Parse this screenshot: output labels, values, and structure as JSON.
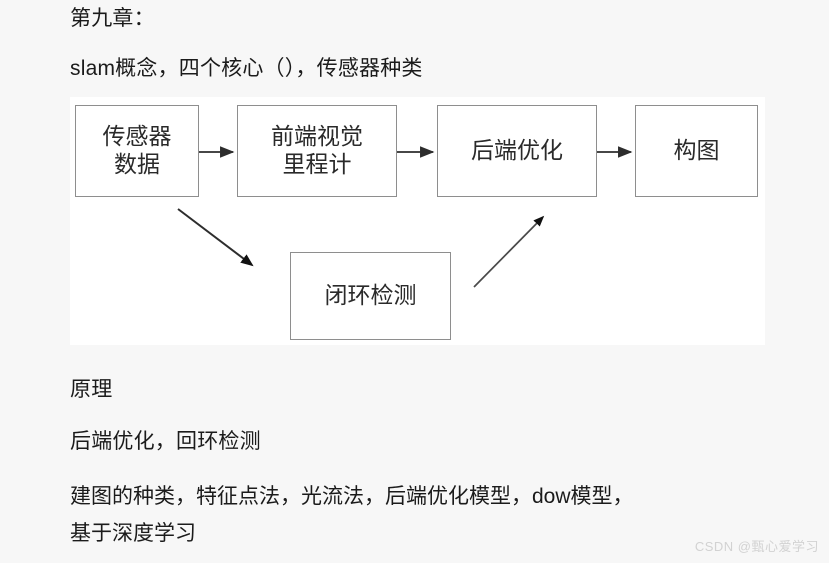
{
  "document": {
    "background_color": "#f7f7f7",
    "text_color": "#1b1b1b",
    "heading": "第九章：",
    "subheading": "slam概念，四个核心（），传感器种类",
    "notes": [
      "原理",
      "后端优化，回环检测"
    ],
    "paragraph_lines": [
      "建图的种类，特征点法，光流法，后端优化模型，dow模型，",
      "基于深度学习"
    ]
  },
  "diagram": {
    "type": "flowchart",
    "background_color": "#ffffff",
    "box_border_color": "#8e8e8e",
    "arrow_color": "#3a3a3a",
    "boxes": [
      {
        "id": "sensor",
        "label_line1": "传感器",
        "label_line2": "数据"
      },
      {
        "id": "frontend",
        "label_line1": "前端视觉",
        "label_line2": "里程计"
      },
      {
        "id": "backend",
        "label_line1": "后端优化",
        "label_line2": ""
      },
      {
        "id": "mapping",
        "label_line1": "构图",
        "label_line2": ""
      },
      {
        "id": "loop",
        "label_line1": "闭环检测",
        "label_line2": ""
      }
    ],
    "connections": [
      {
        "from": "sensor",
        "to": "frontend",
        "style": "straight-right"
      },
      {
        "from": "frontend",
        "to": "backend",
        "style": "straight-right"
      },
      {
        "from": "backend",
        "to": "mapping",
        "style": "straight-right"
      },
      {
        "from": "frontend",
        "to": "loop",
        "style": "diagonal-down-right"
      },
      {
        "from": "loop",
        "to": "backend",
        "style": "diagonal-up-right"
      }
    ]
  },
  "watermark": {
    "text": "CSDN @甄心爱学习",
    "color": "#d2d2d2"
  }
}
